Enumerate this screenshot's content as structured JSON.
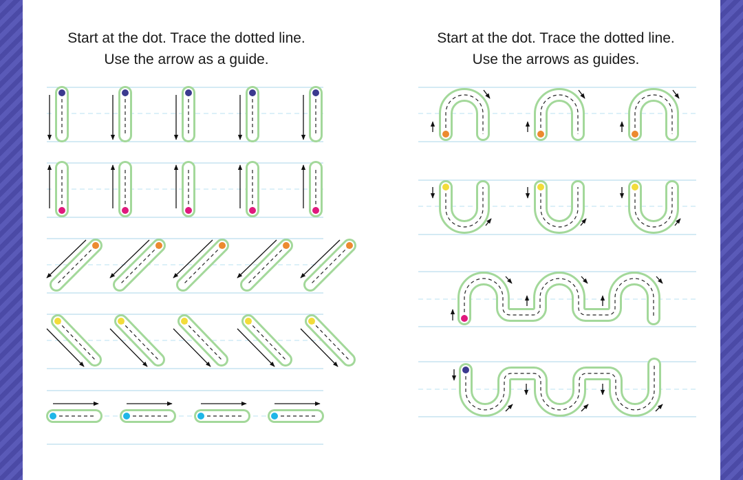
{
  "left_page": {
    "instructions": [
      "Start at the dot. Trace the dotted line.",
      "Use the arrow as a guide."
    ]
  },
  "right_page": {
    "instructions": [
      "Start at the dot. Trace the dotted line.",
      "Use the arrows as guides."
    ]
  },
  "colors": {
    "border": "#5555b2",
    "dot_navy": "#3b3a8f",
    "dot_magenta": "#e0197d",
    "dot_orange": "#ec8a2f",
    "dot_yellow": "#f2dc3a",
    "dot_cyan": "#1fb6e8",
    "trace_outline": "#a3d89a",
    "guide_line": "#a9d6ea"
  },
  "icons": {
    "start_dot": "start-dot-icon",
    "direction_arrow": "arrow-icon"
  }
}
